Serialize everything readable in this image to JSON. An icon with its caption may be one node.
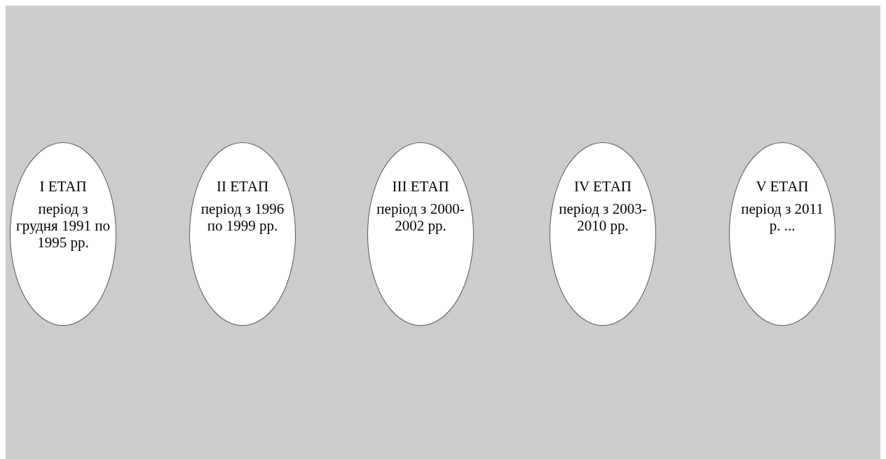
{
  "diagram": {
    "nodes": [
      {
        "text": [
          "I ЕТАП",
          "період з грудня 1991 по 1995 рр."
        ]
      },
      {
        "text": [
          "II ЕТАП",
          "період з 1996 по 1999 рр."
        ]
      },
      {
        "text": [
          "III ЕТАП",
          "період з 2000-2002 рр."
        ]
      },
      {
        "text": [
          "IV ЕТАП",
          "період з 2003-2010 рр."
        ]
      },
      {
        "text": [
          "V ЕТАП",
          "період з 2011 р. ..."
        ]
      }
    ]
  }
}
